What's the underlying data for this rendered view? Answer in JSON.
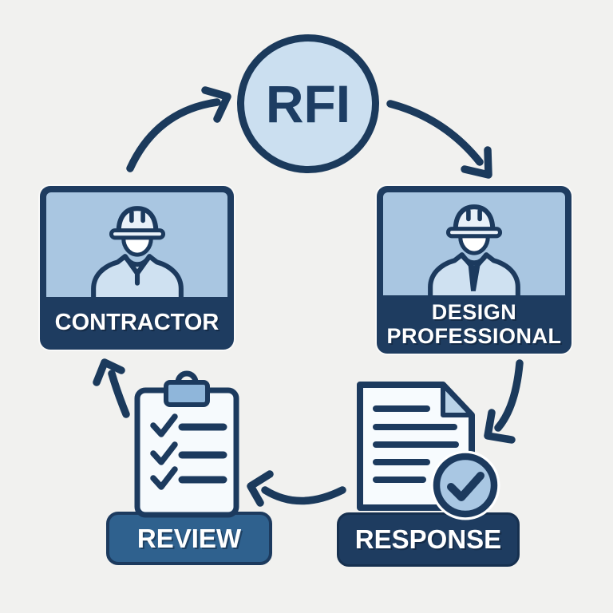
{
  "diagram": {
    "title_hint": "RFI workflow cycle",
    "center": {
      "label": "RFI"
    },
    "nodes": {
      "contractor": {
        "label": "CONTRACTOR"
      },
      "design_professional": {
        "label_line1": "DESIGN",
        "label_line2": "PROFESSIONAL"
      },
      "response": {
        "label": "RESPONSE"
      },
      "review": {
        "label": "REVIEW"
      }
    },
    "arrows": [
      {
        "from": "CONTRACTOR",
        "to": "RFI"
      },
      {
        "from": "RFI",
        "to": "DESIGN PROFESSIONAL"
      },
      {
        "from": "DESIGN PROFESSIONAL",
        "to": "RESPONSE"
      },
      {
        "from": "RESPONSE",
        "to": "REVIEW"
      },
      {
        "from": "REVIEW",
        "to": "CONTRACTOR"
      }
    ],
    "icons": [
      "construction-worker-icon",
      "construction-worker-tie-icon",
      "document-lines-icon",
      "check-badge-icon",
      "checklist-clipboard-icon"
    ],
    "colors": {
      "background": "#f1f1ef",
      "navy_outline": "#1c3a5e",
      "circle_fill": "#cbdff0",
      "card_photo_fill": "#a9c6e1",
      "band_dark": "#1e3c60",
      "band_steel": "#2f618e",
      "paper": "#f6fafd",
      "icon_light": "#e9f1f9",
      "clip_blue": "#8fb6da",
      "badge_fill": "#a9c7e3",
      "label_text": "#ffffff"
    }
  }
}
